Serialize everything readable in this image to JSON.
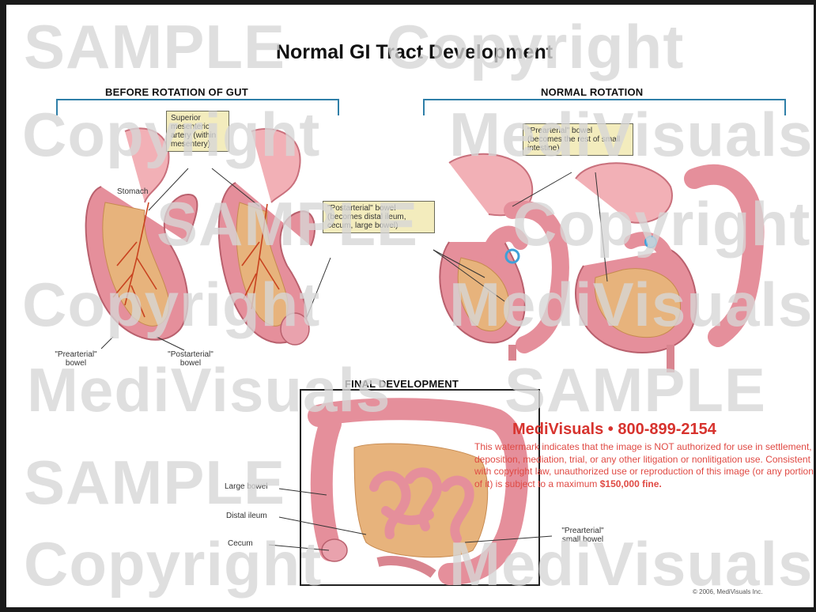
{
  "title": "Normal GI Tract Development",
  "sections": {
    "before": "BEFORE ROTATION OF GUT",
    "normal": "NORMAL ROTATION",
    "final": "FINAL DEVELOPMENT"
  },
  "labels": {
    "sma": "Superior mesenteric artery (within mesentery)",
    "stomach": "Stomach",
    "prearterial_left": "\"Prearterial\" bowel",
    "postarterial_left": "\"Postarterial\" bowel",
    "postarterial_box": "\"Postarterial\" bowel (becomes distal ileum, cecum, large bowel)",
    "prearterial_box": "\"Prearterial\" bowel (becomes the rest of small intestine)",
    "large_bowel": "Large bowel",
    "distal_ileum": "Distal ileum",
    "cecum": "Cecum",
    "prearterial_small": "\"Prearterial\" small bowel"
  },
  "notice": {
    "brand": "MediVisuals • 800-899-2154",
    "text_part1": "This watermark indicates that the image is NOT authorized for use in settlement, deposition, mediation, trial, or any other litigation or nonlitigation use. Consistent with copyright law, unauthorized use or reproduction of this image (or any portion of it) is subject to a maximum ",
    "fine": "$150,000 fine."
  },
  "copyright": "© 2006, MediVisuals Inc.",
  "watermark": {
    "word_sample": "SAMPLE",
    "word_copyright": "Copyright",
    "word_medivisuals": "MediVisuals"
  },
  "colors": {
    "bowel_pink": "#e58f9b",
    "bowel_light": "#f4c1c6",
    "mesentery": "#e7b37c",
    "artery": "#c8421f",
    "bracket": "#2f7fa8",
    "label_bg": "#f3ecbd",
    "brand_red": "#d7332e"
  }
}
